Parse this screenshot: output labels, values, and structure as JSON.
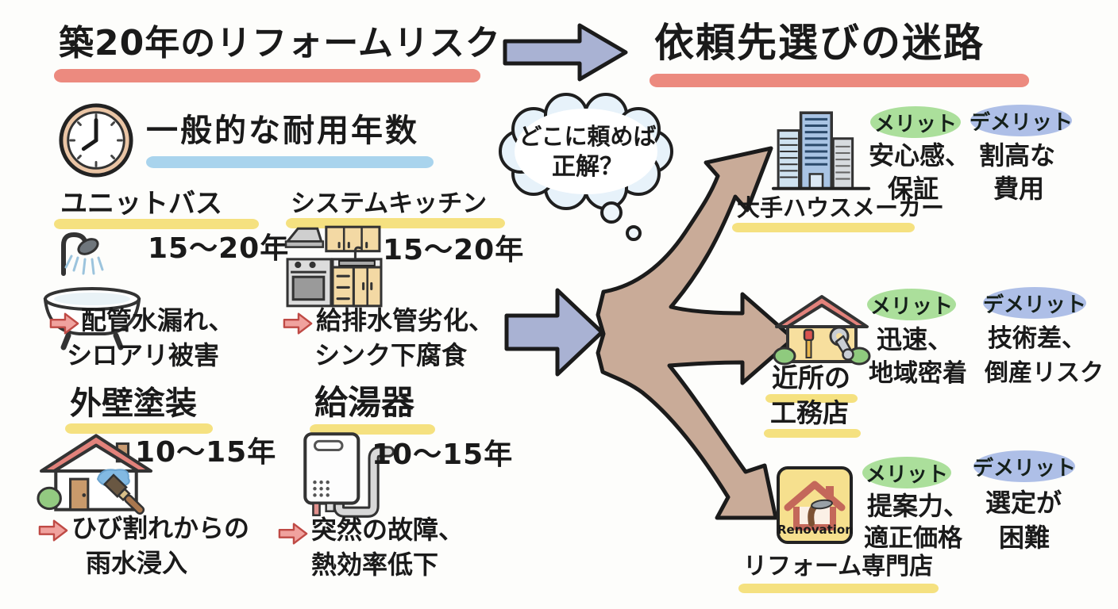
{
  "header": {
    "left_title": "築20年のリフォームリスク",
    "right_title": "依頼先選びの迷路"
  },
  "lifespan": {
    "heading": "一般的な耐用年数",
    "items": [
      {
        "name": "ユニットバス",
        "years": "15〜20年",
        "risk1": "配管水漏れ、",
        "risk2": "シロアリ被害"
      },
      {
        "name": "システムキッチン",
        "years": "15〜20年",
        "risk1": "給排水管劣化、",
        "risk2": "シンク下腐食"
      },
      {
        "name": "外壁塗装",
        "years": "10〜15年",
        "risk1": "ひび割れからの",
        "risk2": "雨水浸入"
      },
      {
        "name": "給湯器",
        "years": "10〜15年",
        "risk1": "突然の故障、",
        "risk2": "熱効率低下"
      }
    ]
  },
  "bubble": {
    "line1": "どこに頼めば",
    "line2": "正解？"
  },
  "options": [
    {
      "label1": "大手ハウスメーカー",
      "merit_title": "メリット",
      "merit1": "安心感、",
      "merit2": "保証",
      "demerit_title": "デメリット",
      "demerit1": "割高な",
      "demerit2": "費用"
    },
    {
      "label1": "近所の",
      "label2": "工務店",
      "merit_title": "メリット",
      "merit1": "迅速、",
      "merit2": "地域密着",
      "demerit_title": "デメリット",
      "demerit1": "技術差、",
      "demerit2": "倒産リスク"
    },
    {
      "label1": "リフォーム専門店",
      "icon_text": "Renovation",
      "merit_title": "メリット",
      "merit1": "提案力、",
      "merit2": "適正価格",
      "demerit_title": "デメリット",
      "demerit1": "選定が",
      "demerit2": "困難"
    }
  ],
  "colors": {
    "title_underline": "#ec8a7f",
    "heading_underline": "#a9d4ed",
    "label_highlight": "#f5e180",
    "merit_bg": "#abdf9b",
    "demerit_bg": "#aebfe7",
    "flow_arrow": "#a9b2d3",
    "branch_arrow": "#c9ab98",
    "risk_arrow": "#f0a29e"
  }
}
